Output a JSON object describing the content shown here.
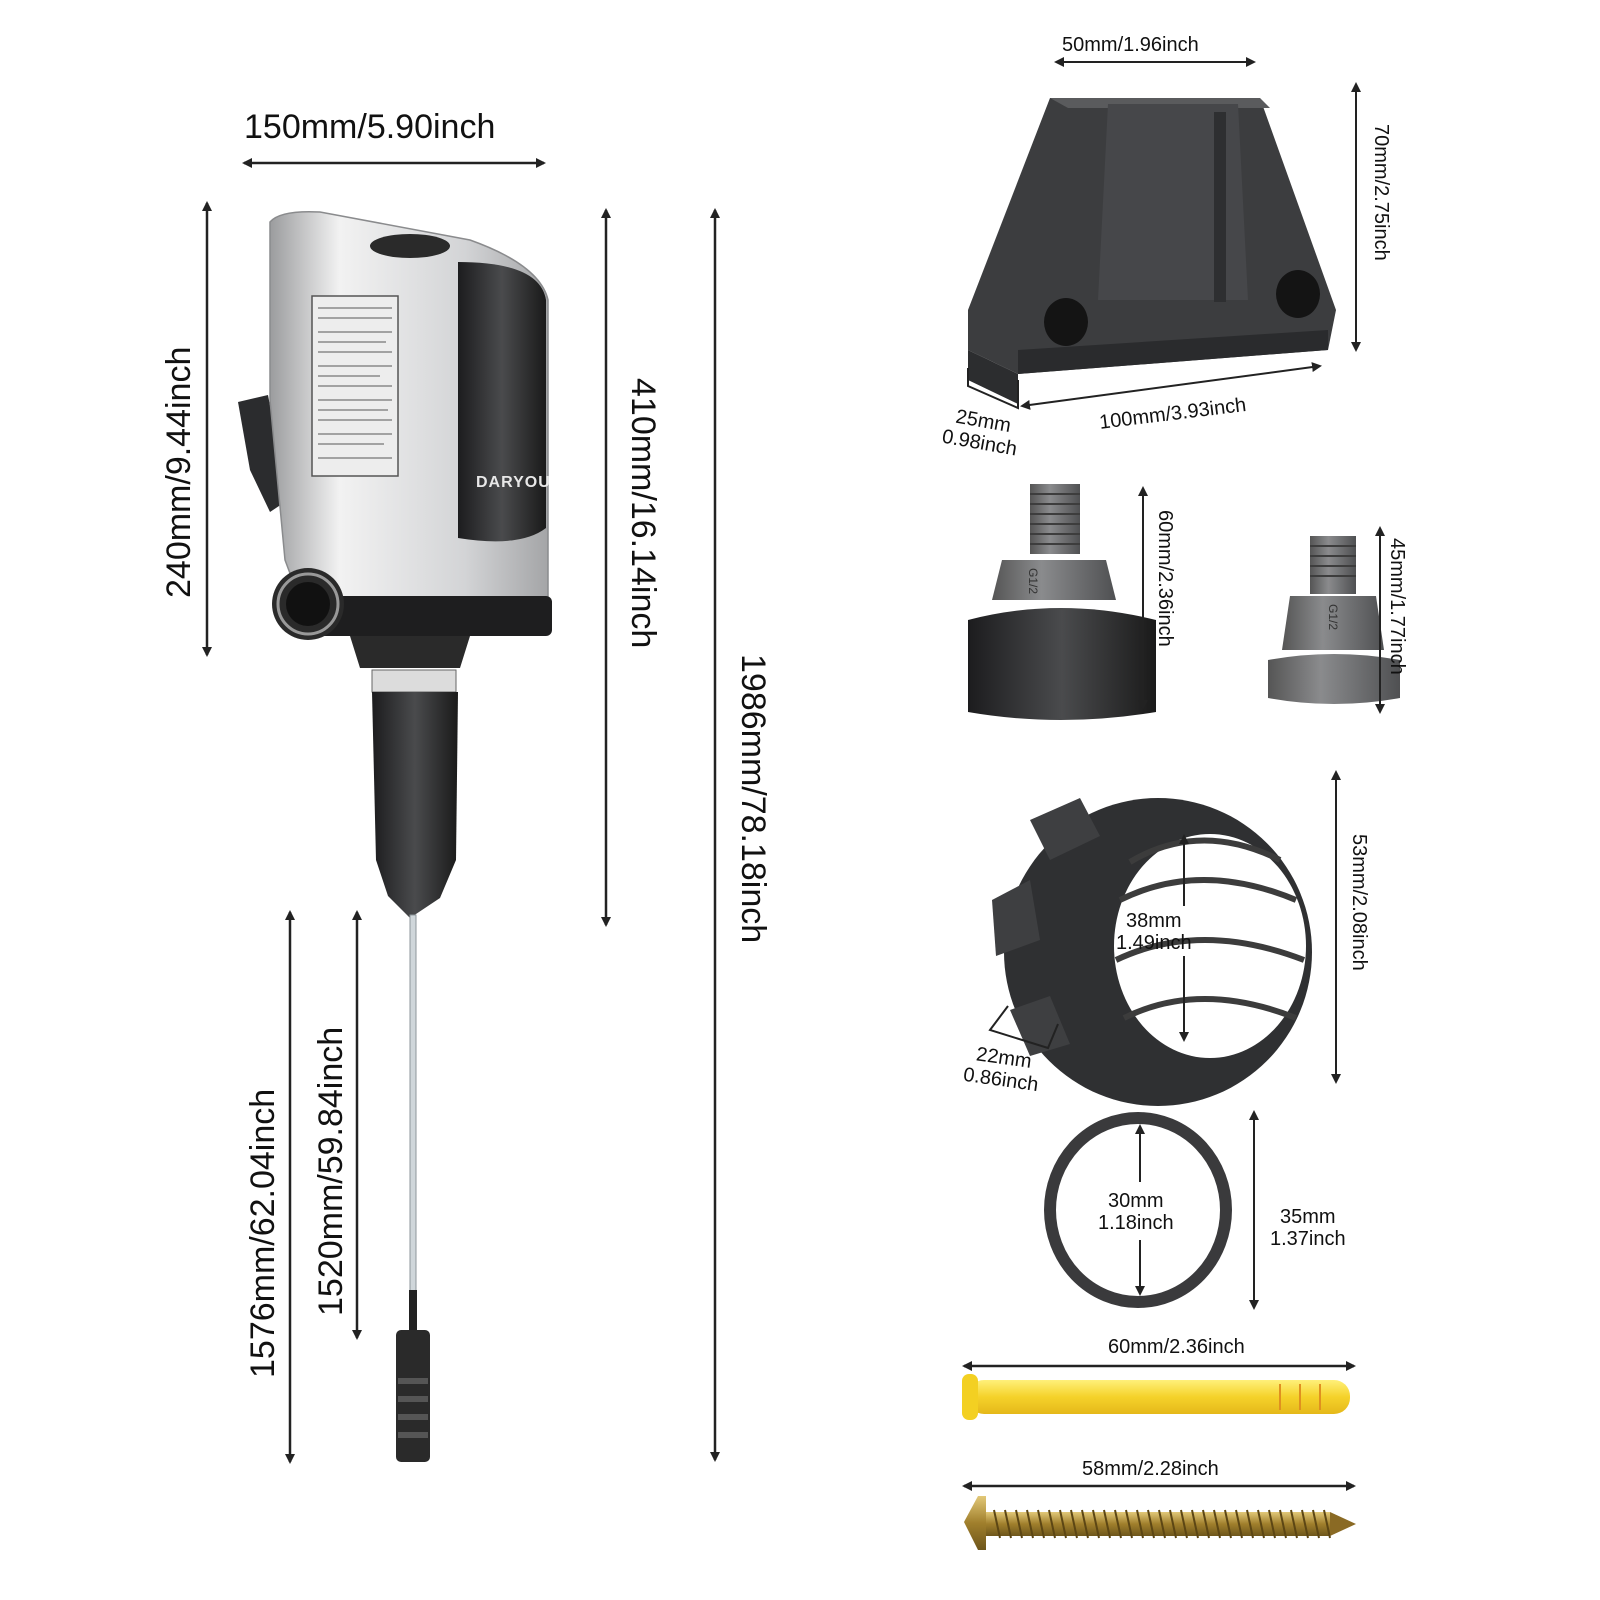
{
  "brand": "DARYOU",
  "pump": {
    "width_label": "150mm/5.90inch",
    "head_height_label": "240mm/9.44inch",
    "body_height_label": "410mm/16.14inch",
    "total_height_label": "1986mm/78.18inch",
    "hose_length_label": "1576mm/62.04inch",
    "tube_length_label": "1520mm/59.84inch"
  },
  "bracket": {
    "top_width_label": "50mm/1.96inch",
    "height_label": "70mm/2.75inch",
    "depth_label_mm": "25mm",
    "depth_label_in": "0.98inch",
    "length_label": "100mm/3.93inch"
  },
  "adapter_large": {
    "height_label": "60mm/2.36inch",
    "thread_mark": "G1/2"
  },
  "adapter_small": {
    "height_label": "45mm/1.77inch",
    "thread_mark": "G1/2"
  },
  "nut": {
    "outer_label": "53mm/2.08inch",
    "inner_label_mm": "38mm",
    "inner_label_in": "1.49inch",
    "thickness_label_mm": "22mm",
    "thickness_label_in": "0.86inch"
  },
  "oring": {
    "inner_label_mm": "30mm",
    "inner_label_in": "1.18inch",
    "outer_label_mm": "35mm",
    "outer_label_in": "1.37inch"
  },
  "anchor": {
    "length_label": "60mm/2.36inch",
    "color": "#f5d63a"
  },
  "screw": {
    "length_label": "58mm/2.28inch",
    "color": "#b8962e"
  },
  "colors": {
    "dark_plastic": "#3a3b3d",
    "grey_plastic": "#6b6c6e",
    "silver": "#d9dadb",
    "arrow": "#222222"
  }
}
